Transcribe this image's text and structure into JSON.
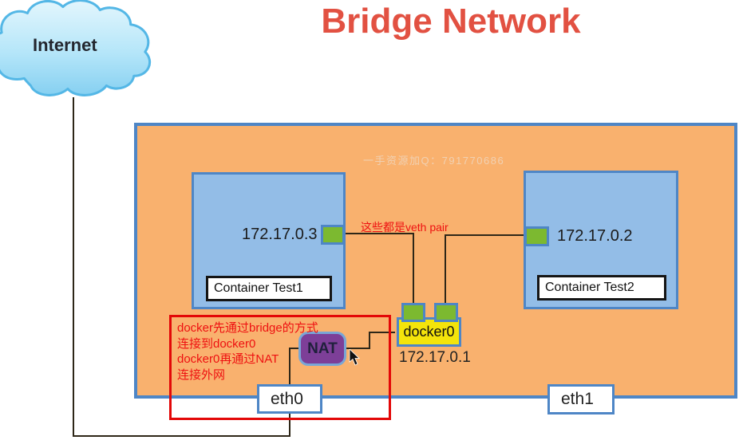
{
  "title": "Bridge Network",
  "cloud": {
    "label": "Internet"
  },
  "watermark": "一手资源加Q：791770686",
  "host": {
    "containers": [
      {
        "name": "Container Test1",
        "ip": "172.17.0.3"
      },
      {
        "name": "Container Test2",
        "ip": "172.17.0.2"
      }
    ],
    "bridge": {
      "label": "docker0",
      "ip": "172.17.0.1"
    },
    "nat_label": "NAT",
    "veth_note": "这些都是veth pair"
  },
  "annotation": {
    "lines": [
      "docker先通过bridge的方式",
      "连接到docker0",
      "docker0再通过NAT",
      "连接外网"
    ]
  },
  "interfaces": [
    {
      "label": "eth0"
    },
    {
      "label": "eth1"
    }
  ],
  "colors": {
    "title_red": "#e25142",
    "host_orange": "#f9b16e",
    "container_blue": "#93bde7",
    "border_blue": "#4e86c6",
    "veth_green": "#7cb930",
    "bridge_yellow": "#f4e40b",
    "nat_purple": "#7d3f98",
    "annotation_red": "#ee1111",
    "cloud_blue": "#9edcf6"
  }
}
